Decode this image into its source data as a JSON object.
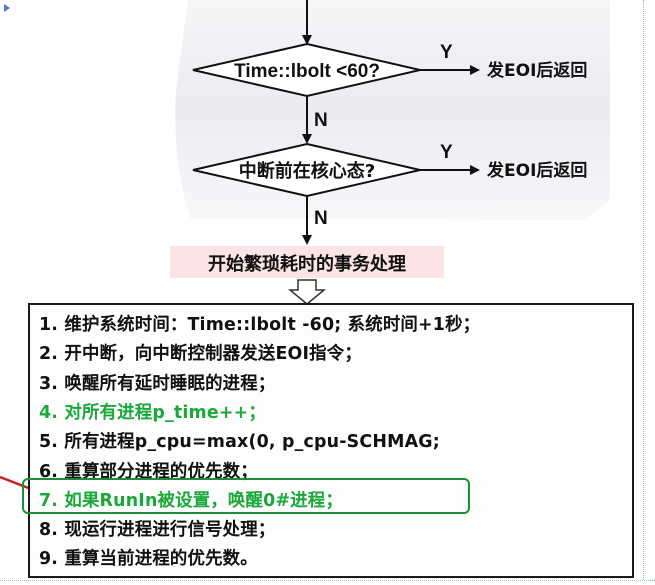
{
  "flowchart": {
    "decision_1": "Time::lbolt  <60?",
    "decision_2": "中断前在核心态?",
    "yes_label_1": "Y",
    "yes_label_2": "Y",
    "no_label_1": "N",
    "no_label_2": "N",
    "outcome_1": "发EOI后返回",
    "outcome_2": "发EOI后返回",
    "heading": "开始繁琐耗时的事务处理"
  },
  "steps": [
    {
      "text": "1.  维护系统时间：Time::lbolt -60; 系统时间+1秒；",
      "highlight": false
    },
    {
      "text": "2.  开中断，向中断控制器发送EOI指令；",
      "highlight": false
    },
    {
      "text": "3.  唤醒所有延时睡眠的进程；",
      "highlight": false
    },
    {
      "text": "4.  对所有进程p_time++；",
      "highlight": true
    },
    {
      "text": "5.  所有进程p_cpu=max(0, p_cpu-SCHMAG;",
      "highlight": false
    },
    {
      "text": "6.  重算部分进程的优先数；",
      "highlight": false
    },
    {
      "text": "7.  如果RunIn被设置，唤醒0#进程；",
      "highlight": true,
      "boxed": true
    },
    {
      "text": "8.  现运行进程进行信号处理；",
      "highlight": false
    },
    {
      "text": "9.  重算当前进程的优先数。",
      "highlight": false
    }
  ],
  "colors": {
    "highlight_text": "#1aa83a",
    "highlight_box": "#1b8f38",
    "pointer_arrow": "#cc1f1f",
    "flow_region": "#eef0f3",
    "heading_bg": "#fbe3e6"
  }
}
